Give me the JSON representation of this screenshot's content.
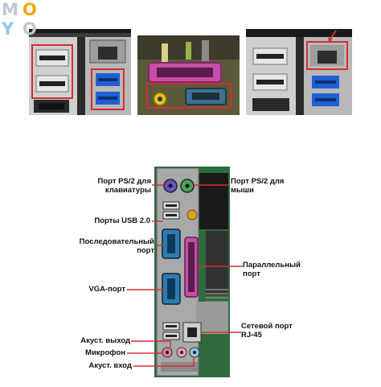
{
  "logo": {
    "letters": [
      "M",
      "O",
      "Y",
      "O"
    ],
    "colors": [
      "#bfc7d4",
      "#f0a71c",
      "#8fc6e8",
      "#bfc7d4"
    ]
  },
  "photos": {
    "panel_left": "usb-and-hdmi-ports-photo",
    "panel_middle": "parallel-and-serial-ports-photo",
    "panel_right": "ethernet-and-usb-ports-photo"
  },
  "accent_colors": {
    "highlight": "#d32f2f",
    "usb3": "#1f5fd6",
    "parallel": "#c64ea8",
    "serial": "#3f6f8c",
    "board": "#2f6b3f"
  },
  "diagram": {
    "labels": {
      "ps2_keyboard": "Порт PS/2 для\nклавиатуры",
      "ps2_mouse": "Порт PS/2 для\nмыши",
      "usb2": "Порты USB 2.0",
      "serial": "Последовательный\nпорт",
      "parallel": "Параллельный\nпорт",
      "vga": "VGA-порт",
      "network": "Сетевой порт\nRJ-45",
      "audio_out": "Акуст. выход",
      "mic": "Микрофон",
      "audio_in": "Акуст. вход"
    }
  }
}
